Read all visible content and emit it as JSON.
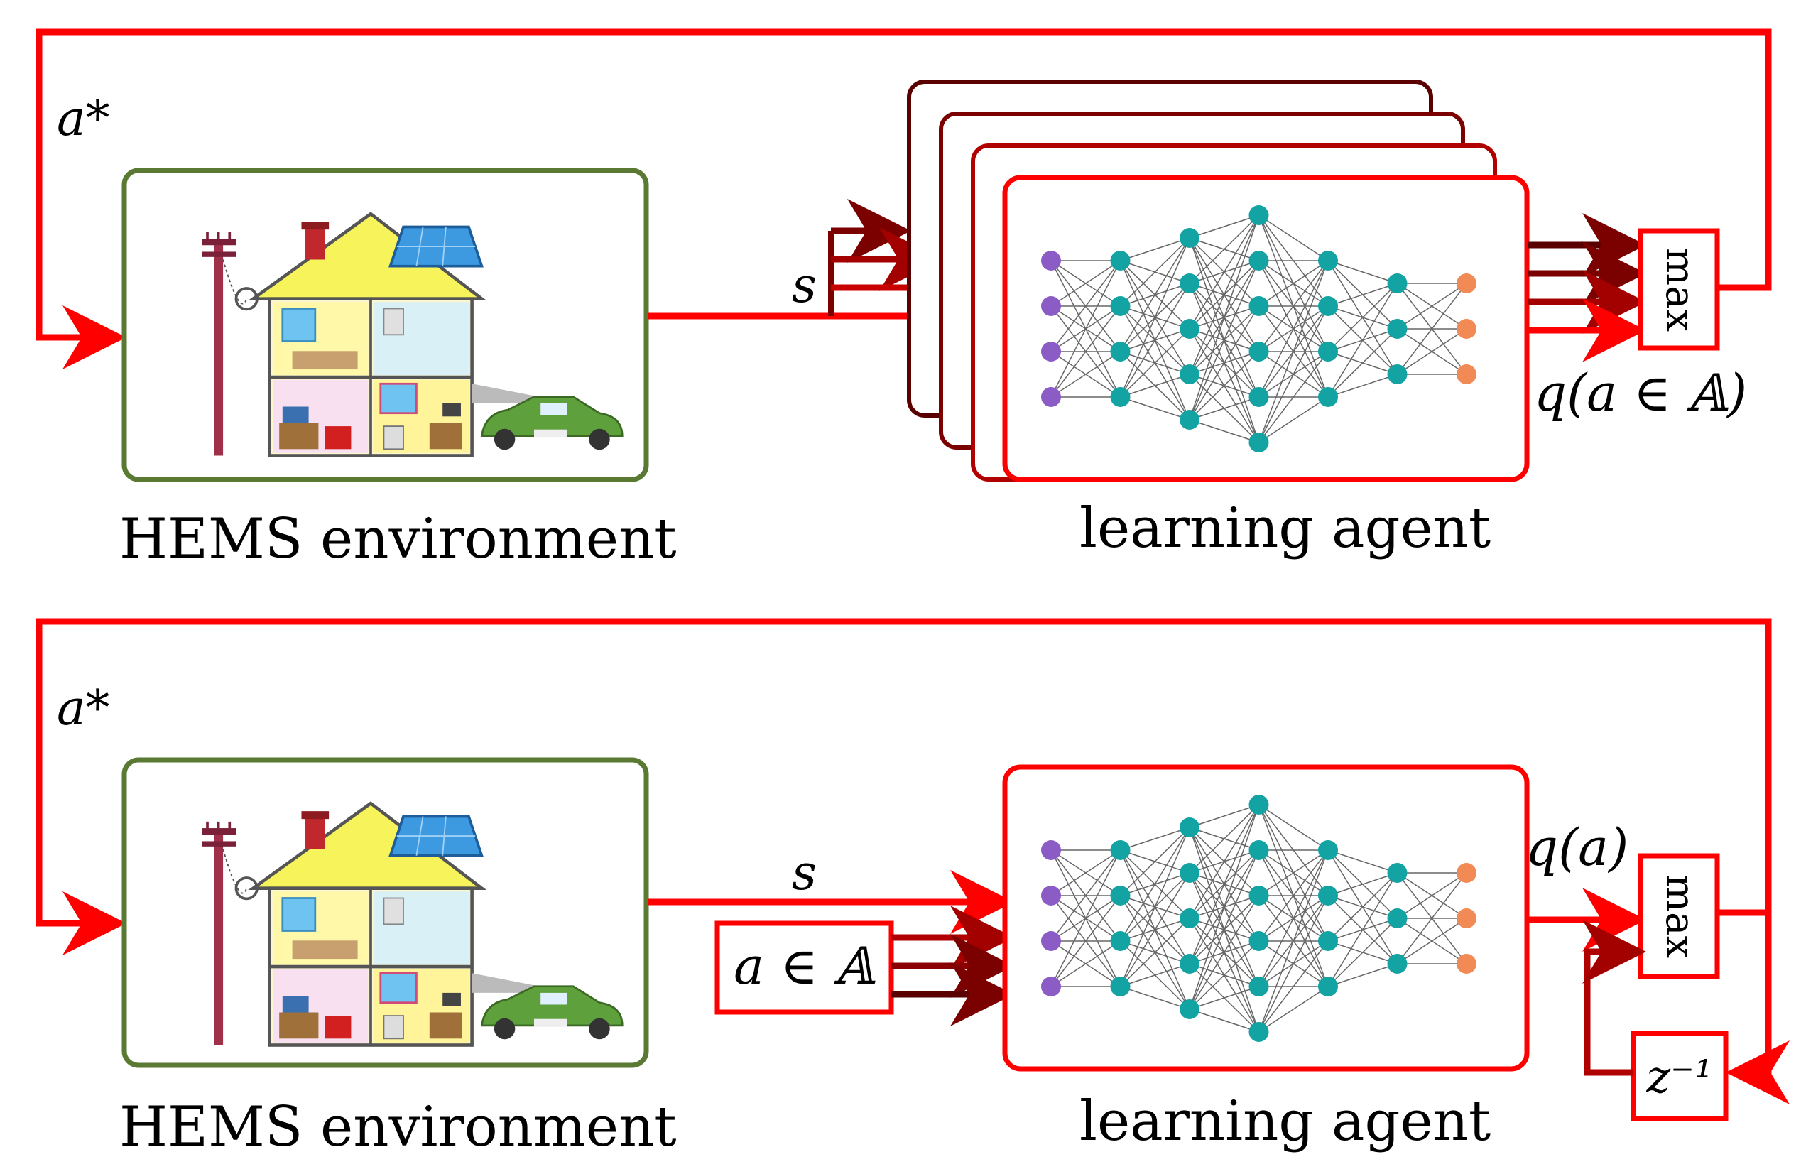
{
  "colors": {
    "red": "#ff0000",
    "dark_red": "#7b0000",
    "mid_red": "#a30000",
    "env_border": "#5a7a34",
    "input_node": "#8b5cc6",
    "hidden_node": "#14a3a3",
    "output_node": "#f28a55"
  },
  "top_panel": {
    "feedback_label": "a*",
    "state_label": "s",
    "max_label": "max",
    "q_label": "q(a ∈ 𝔸)",
    "env_caption": "HEMS environment",
    "agent_caption": "learning agent"
  },
  "bottom_panel": {
    "feedback_label": "a*",
    "state_label": "s",
    "action_box_label": "a ∈ 𝔸",
    "max_label": "max",
    "q_label": "q(a)",
    "delay_label": "z⁻¹",
    "env_caption": "HEMS environment",
    "agent_caption": "learning agent"
  },
  "network_layers": [
    4,
    4,
    5,
    6,
    4,
    3,
    3
  ],
  "icons": [
    "house-icon",
    "solar-panel-icon",
    "utility-pole-icon",
    "car-icon",
    "neural-network-icon"
  ]
}
